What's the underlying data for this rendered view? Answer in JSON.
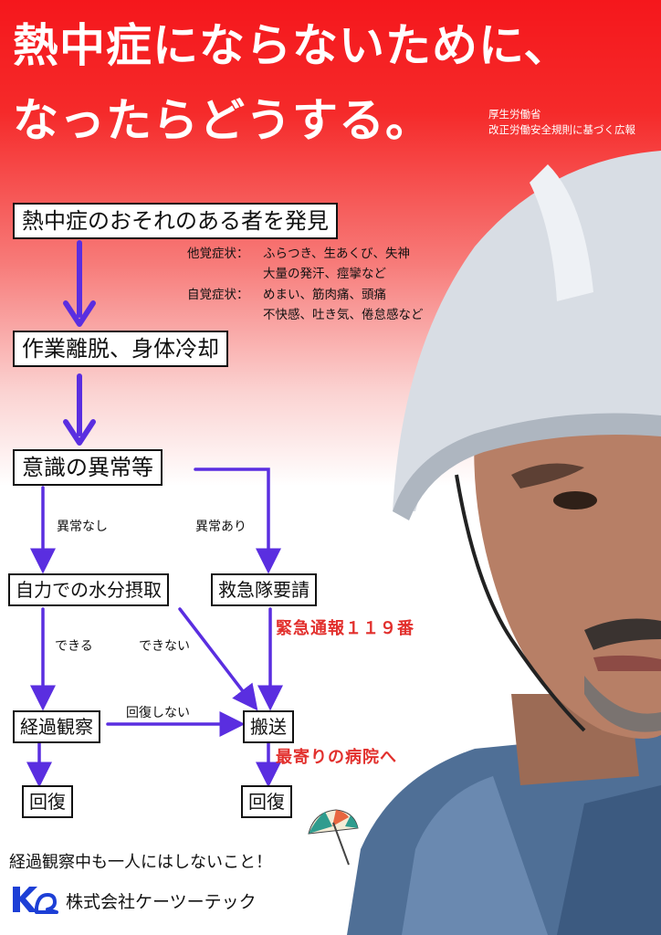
{
  "title": {
    "line1": "熱中症にならないために、",
    "line2": "なったらどうする。"
  },
  "credit": {
    "line1": "厚生労働省",
    "line2": "改正労働安全規則に基づく広報"
  },
  "flow": {
    "discover": "熱中症のおそれのある者を発見",
    "symptoms": {
      "other_label": "他覚症状：",
      "other_1": "ふらつき、生あくび、失神",
      "other_2": "大量の発汗、痙攣など",
      "self_label": "自覚症状：",
      "self_1": "めまい、筋肉痛、頭痛",
      "self_2": "不快感、吐き気、倦怠感など"
    },
    "withdraw": "作業離脱、身体冷却",
    "consciousness": "意識の異常等",
    "no_abnormal": "異常なし",
    "abnormal": "異常あり",
    "self_hydration": "自力での水分摂取",
    "ambulance": "救急隊要請",
    "emergency_call": "緊急通報１１９番",
    "can": "できる",
    "cannot": "できない",
    "observe": "経過観察",
    "not_recovered": "回復しない",
    "transport": "搬送",
    "nearest_hospital": "最寄りの病院へ",
    "recover_left": "回復",
    "recover_right": "回復"
  },
  "footer": {
    "note": "経過観察中も一人にはしないこと！",
    "company": "株式会社ケーツーテック"
  },
  "colors": {
    "arrow": "#5a2ee0",
    "accent_red": "#e2302d",
    "logo_blue": "#1d3fd6"
  }
}
